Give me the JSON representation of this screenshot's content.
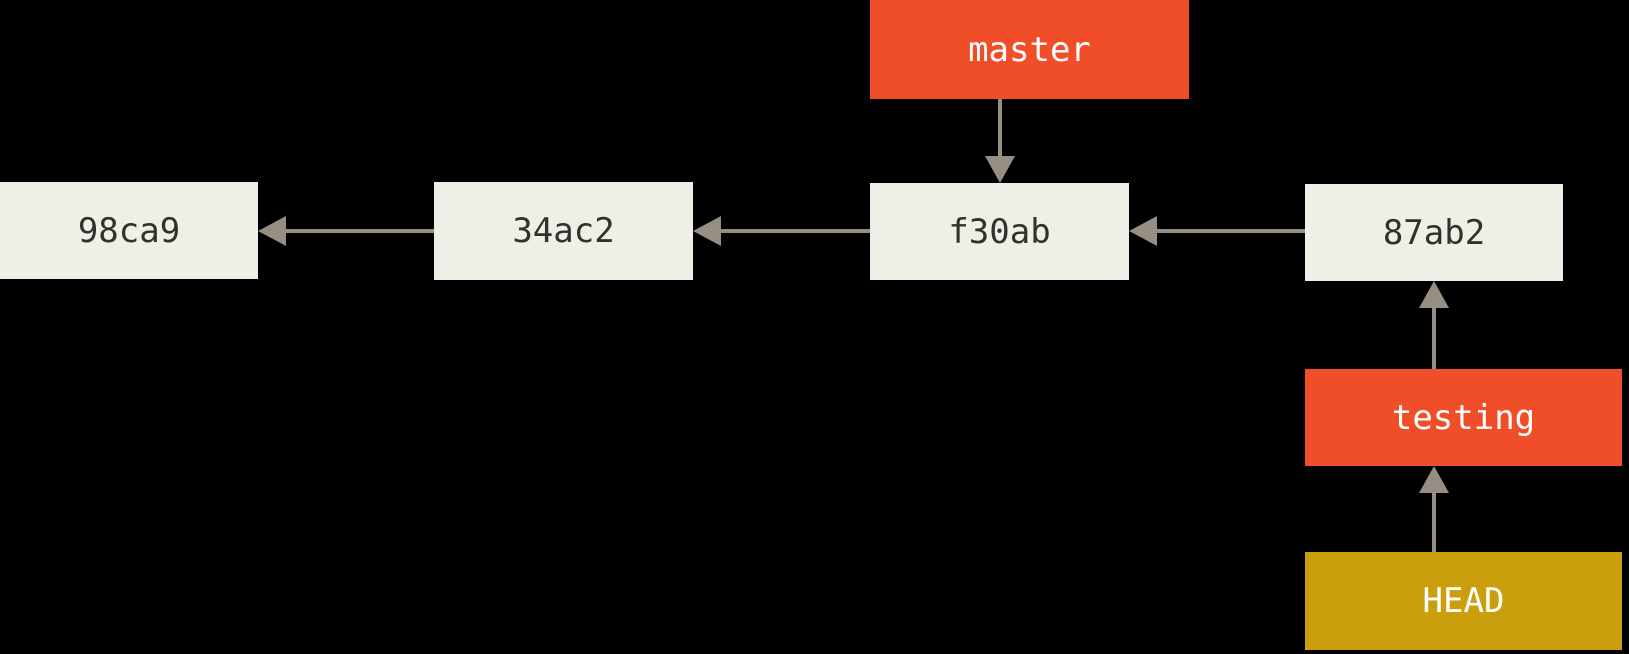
{
  "diagram": {
    "description": "Git commit history with branch pointers",
    "commits": [
      {
        "id": "98ca9"
      },
      {
        "id": "34ac2"
      },
      {
        "id": "f30ab"
      },
      {
        "id": "87ab2"
      }
    ],
    "commit_parent_edges": [
      {
        "from": "34ac2",
        "to": "98ca9"
      },
      {
        "from": "f30ab",
        "to": "34ac2"
      },
      {
        "from": "87ab2",
        "to": "f30ab"
      }
    ],
    "branches": [
      {
        "label": "master",
        "points_to": "f30ab"
      },
      {
        "label": "testing",
        "points_to": "87ab2"
      }
    ],
    "head": {
      "label": "HEAD",
      "points_to": "testing"
    },
    "colors": {
      "background": "#000000",
      "commit_box": "#EFEEE7",
      "commit_text": "#32312C",
      "branch_box": "#F04E28",
      "branch_text": "#FFFFFF",
      "head_box": "#CA9E0D",
      "head_text": "#FFFFFF",
      "arrow": "#968E83"
    }
  }
}
